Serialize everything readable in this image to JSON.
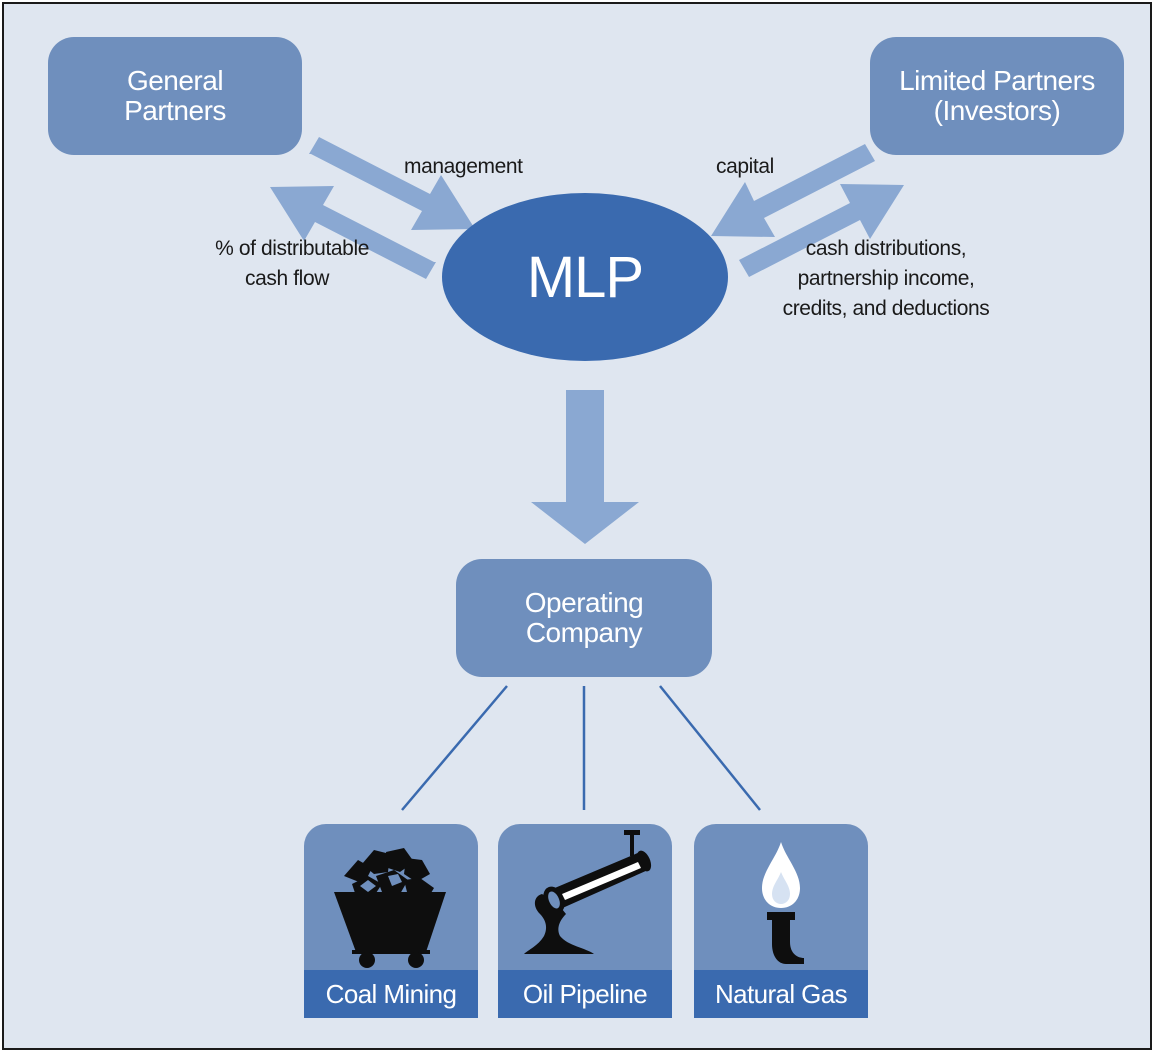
{
  "nodes": {
    "general_partners": [
      "General",
      "Partners"
    ],
    "limited_partners": [
      "Limited Partners",
      "(Investors)"
    ],
    "mlp": "MLP",
    "operating_company": [
      "Operating",
      "Company"
    ]
  },
  "flows": {
    "management": "management",
    "capital": "capital",
    "gp_return": [
      "% of distributable",
      "cash flow"
    ],
    "lp_return": [
      "cash distributions,",
      "partnership income,",
      "credits, and deductions"
    ]
  },
  "sectors": [
    {
      "label": "Coal Mining",
      "icon": "coal-cart-icon"
    },
    {
      "label": "Oil Pipeline",
      "icon": "oil-pipeline-icon"
    },
    {
      "label": "Natural Gas",
      "icon": "gas-flame-icon"
    }
  ],
  "colors": {
    "background": "#dfe6f0",
    "box": "#6f8fbd",
    "mlp": "#3a6aaf",
    "arrow": "#8aa8d2",
    "line": "#3a6aaf"
  }
}
